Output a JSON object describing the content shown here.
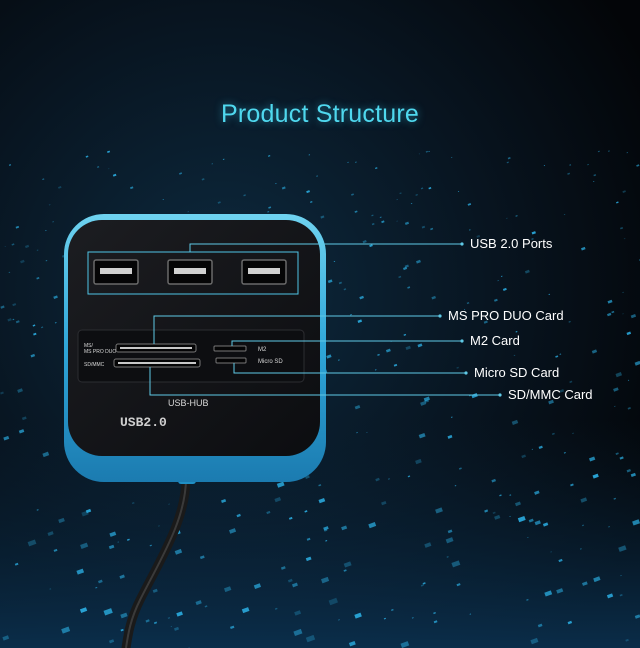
{
  "title": "Product Structure",
  "device": {
    "slot_labels": {
      "ms": "MS/",
      "ms_pro_duo": "MS PRO DUO",
      "sd_mmc": "SD/MMC",
      "m2": "M2",
      "micro_sd": "Micro SD"
    },
    "hub_label": "USB-HUB",
    "usb_label": "USB2.0"
  },
  "callouts": [
    {
      "label": "USB 2.0 Ports"
    },
    {
      "label": "MS PRO DUO Card"
    },
    {
      "label": "M2 Card"
    },
    {
      "label": "Micro SD Card"
    },
    {
      "label": "SD/MMC Card"
    }
  ],
  "colors": {
    "accent": "#4fd8ee",
    "shell_blue": "#2fa6d8",
    "hub_face": "#121316"
  }
}
